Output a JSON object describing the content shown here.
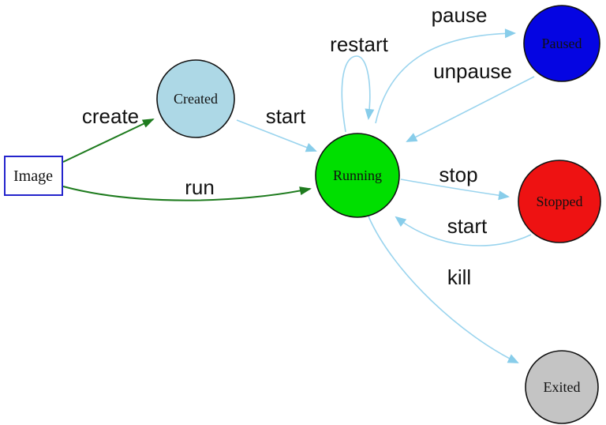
{
  "diagram": {
    "description": "Container lifecycle state diagram",
    "arrow_colors": {
      "blue": "#88CDEA",
      "green": "#1E7B1E"
    },
    "nodes": [
      {
        "id": "image",
        "label": "Image",
        "shape": "rect",
        "fill": "#FFFFFF",
        "border": "#2424CC"
      },
      {
        "id": "created",
        "label": "Created",
        "shape": "circle",
        "fill": "#ADD8E6",
        "border": "#111111"
      },
      {
        "id": "running",
        "label": "Running",
        "shape": "circle",
        "fill": "#00DF00",
        "border": "#111111"
      },
      {
        "id": "paused",
        "label": "Paused",
        "shape": "circle",
        "fill": "#0505E2",
        "border": "#111111"
      },
      {
        "id": "stopped",
        "label": "Stopped",
        "shape": "circle",
        "fill": "#EE1212",
        "border": "#111111"
      },
      {
        "id": "exited",
        "label": "Exited",
        "shape": "circle",
        "fill": "#C4C4C4",
        "border": "#111111"
      }
    ],
    "edges": [
      {
        "from": "image",
        "to": "created",
        "label": "create",
        "color": "#1E7B1E"
      },
      {
        "from": "image",
        "to": "running",
        "label": "run",
        "color": "#1E7B1E"
      },
      {
        "from": "created",
        "to": "running",
        "label": "start",
        "color": "#9AD4EE"
      },
      {
        "from": "running",
        "to": "running",
        "label": "restart",
        "color": "#9AD4EE"
      },
      {
        "from": "running",
        "to": "paused",
        "label": "pause",
        "color": "#9AD4EE"
      },
      {
        "from": "paused",
        "to": "running",
        "label": "unpause",
        "color": "#9AD4EE"
      },
      {
        "from": "running",
        "to": "stopped",
        "label": "stop",
        "color": "#9AD4EE"
      },
      {
        "from": "stopped",
        "to": "running",
        "label": "start",
        "color": "#9AD4EE"
      },
      {
        "from": "running",
        "to": "exited",
        "label": "kill",
        "color": "#9AD4EE"
      }
    ]
  }
}
